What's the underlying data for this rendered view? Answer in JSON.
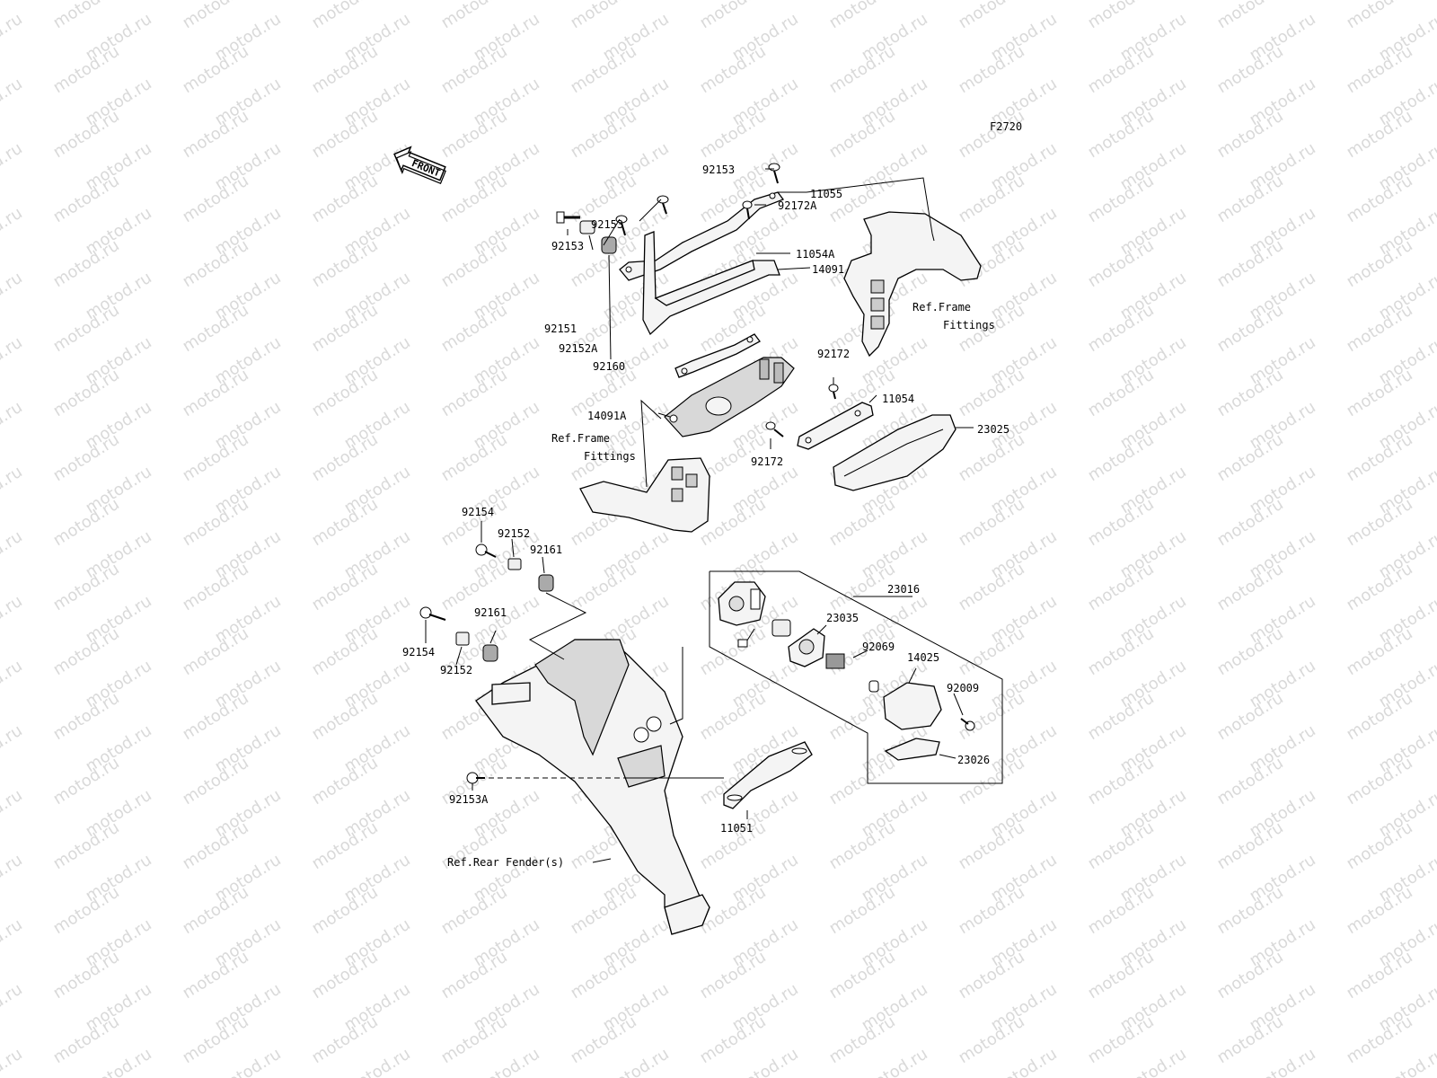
{
  "watermark": {
    "text": "motod.ru",
    "color": "#d9d9d9"
  },
  "figure_code": "F2720",
  "front_arrow": {
    "label": "FRONT"
  },
  "labels": {
    "p92153_top": "92153",
    "p11055": "11055",
    "p92153_mid": "92153",
    "p92172A": "92172A",
    "p92153_low": "92153",
    "p14091": "14091",
    "p92151": "92151",
    "p92152A": "92152A",
    "p92160": "92160",
    "p11054A": "11054A",
    "p92172_top": "92172",
    "p11054": "11054",
    "p14091A": "14091A",
    "p23025": "23025",
    "p92172_bot": "92172",
    "p92154_top": "92154",
    "p92152_top": "92152",
    "p92161_top": "92161",
    "p92161_bot": "92161",
    "p92154_bot": "92154",
    "p92152_bot": "92152",
    "p23016": "23016",
    "p23035": "23035",
    "p92069": "92069",
    "p14025": "14025",
    "p92009": "92009",
    "p23026": "23026",
    "p92153A": "92153A",
    "p11051": "11051"
  },
  "references": {
    "frame_right_1": "Ref.Frame",
    "frame_right_2": "Fittings",
    "frame_left_1": "Ref.Frame",
    "frame_left_2": "Fittings",
    "rear_fender": "Ref.Rear Fender(s)"
  }
}
